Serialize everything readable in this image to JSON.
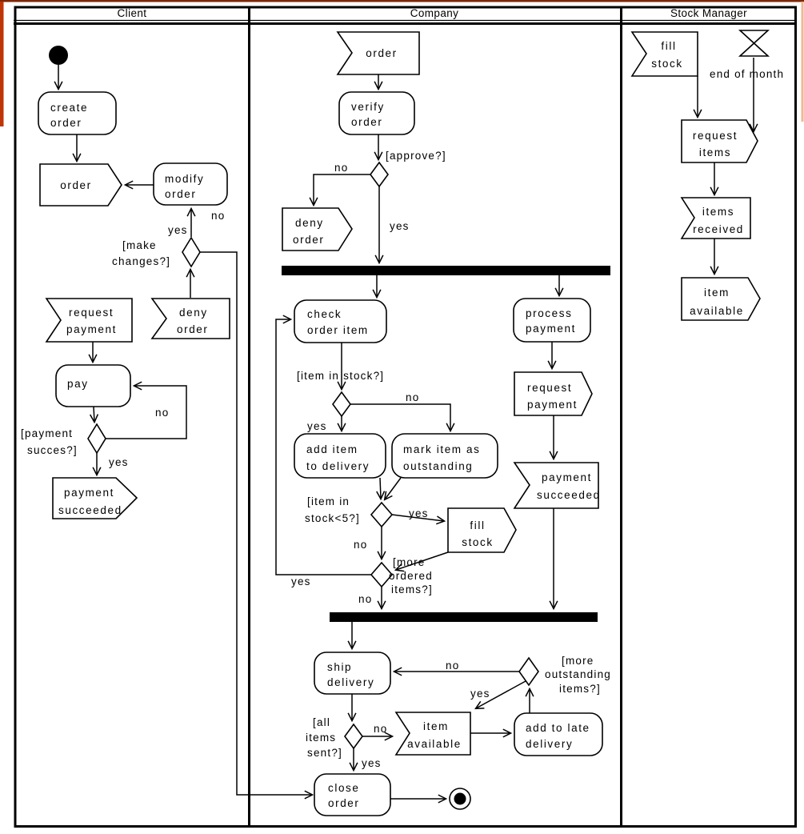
{
  "lanes": {
    "client": "Client",
    "company": "Company",
    "stock_manager": "Stock Manager"
  },
  "client": {
    "create_order": [
      "create",
      "order"
    ],
    "order": "order",
    "modify_order": [
      "modify",
      "order"
    ],
    "guard_make_changes": [
      "[make",
      "changes?]"
    ],
    "label_yes_modify": "yes",
    "label_no_modify": "no",
    "request_payment": [
      "request",
      "payment"
    ],
    "deny_order": [
      "deny",
      "order"
    ],
    "pay": "pay",
    "guard_payment_success": [
      "[payment",
      "succes?]"
    ],
    "label_yes_payment": "yes",
    "label_no_payment": "no",
    "payment_succeeded": [
      "payment",
      "succeeded"
    ]
  },
  "company": {
    "order": "order",
    "verify_order": [
      "verify",
      "order"
    ],
    "guard_approve": "[approve?]",
    "label_no_approve": "no",
    "label_yes_approve": "yes",
    "deny_order": [
      "deny",
      "order"
    ],
    "check_order_item": [
      "check",
      "order item"
    ],
    "process_payment": [
      "process",
      "payment"
    ],
    "guard_item_in_stock": "[item in stock?]",
    "label_yes_stock": "yes",
    "label_no_stock": "no",
    "add_item_to_delivery": [
      "add item",
      "to delivery"
    ],
    "mark_item_outstanding": [
      "mark item as",
      "outstanding"
    ],
    "guard_stock_lt5": [
      "[item in",
      "stock<5?]"
    ],
    "label_yes_lt5": "yes",
    "label_no_lt5": "no",
    "fill_stock": [
      "fill",
      "stock"
    ],
    "guard_more_ordered": [
      "[more",
      "ordered",
      "items?]"
    ],
    "label_yes_more_ordered": "yes",
    "label_no_more_ordered": "no",
    "request_payment": [
      "request",
      "payment"
    ],
    "payment_succeeded": [
      "payment",
      "succeeded"
    ],
    "ship_delivery": [
      "ship",
      "delivery"
    ],
    "guard_more_outstanding": [
      "[more",
      "outstanding",
      "items?]"
    ],
    "label_no_outstanding": "no",
    "label_yes_outstanding": "yes",
    "guard_all_items_sent": [
      "[all",
      "items",
      "sent?]"
    ],
    "label_no_all_sent": "no",
    "label_yes_all_sent": "yes",
    "item_available": [
      "item",
      "available"
    ],
    "add_to_late_delivery": [
      "add to late",
      "delivery"
    ],
    "close_order": [
      "close",
      "order"
    ]
  },
  "stock_manager": {
    "fill_stock": [
      "fill",
      "stock"
    ],
    "end_of_month": "end of month",
    "request_items": [
      "request",
      "items"
    ],
    "items_received": [
      "items",
      "received"
    ],
    "item_available": [
      "item",
      "available"
    ]
  },
  "colors": {
    "stroke": "#000000",
    "background": "#ffffff",
    "top_edge_accent": "#7e2604",
    "left_edge_accent": "#c03506",
    "right_edge_accent": "#f0b695"
  }
}
